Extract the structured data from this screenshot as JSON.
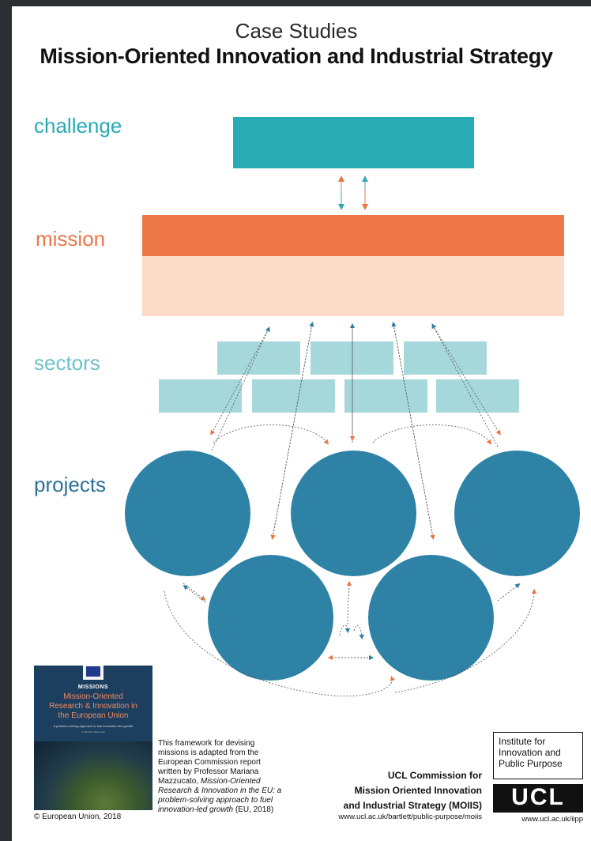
{
  "header": {
    "subtitle": "Case Studies",
    "title": "Mission-Oriented Innovation and Industrial Strategy"
  },
  "levels": {
    "challenge": "challenge",
    "mission": "mission",
    "sectors": "sectors",
    "projects": "projects"
  },
  "colors": {
    "challenge": "#29abb4",
    "mission_top": "#ec7646",
    "mission_bottom": "#fcdcc7",
    "sector": "#a6d8db",
    "project": "#2e82a6",
    "arrow_orange": "#ec7646",
    "arrow_teal": "#3aa7b0",
    "arrow_blue": "#2e82a6"
  },
  "report_cover": {
    "series": "MISSIONS",
    "title": "Mission-Oriented Research & Innovation in the European Union",
    "subtitle": "A problem-solving approach to fuel innovation-led growth",
    "author": "by Mariana Mazzucato",
    "copyright": "© European Union, 2018"
  },
  "note": {
    "line1": "This framework for devising missions is adapted from the European Commission report written by Professor Mariana Mazzucato,",
    "italic": "Mission-Oriented Research & Innovation in the EU: a problem-solving approach to fuel innovation-led growth",
    "tail": "(EU, 2018)"
  },
  "commission": {
    "line1": "UCL Commission for",
    "line2": "Mission Oriented Innovation",
    "line3": "and Industrial Strategy (MOIIS)",
    "url": "www.ucl.ac.uk/bartlett/public-purpose/moiis"
  },
  "iipp": {
    "line1": "Institute for",
    "line2": "Innovation and",
    "line3": "Public Purpose",
    "logo": "UCL",
    "url": "www.ucl.ac.uk/iipp"
  }
}
